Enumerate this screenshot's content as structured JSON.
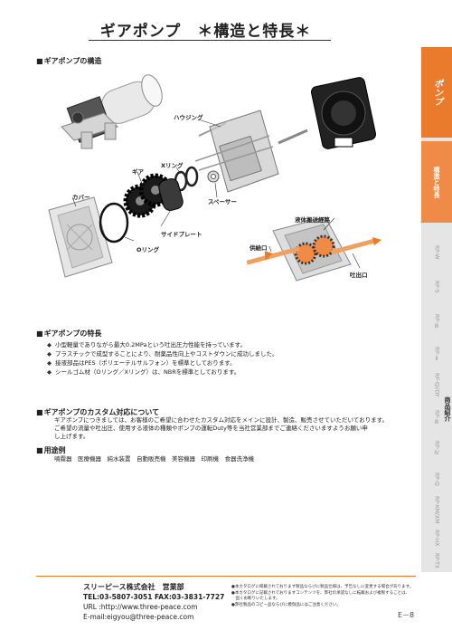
{
  "page": {
    "title": "ギアポンプ　＊構造と特長＊",
    "page_number": "E－8"
  },
  "structure": {
    "heading": "ギアポンプの構造",
    "labels": {
      "housing": "ハウジング",
      "x_ring": "Xリング",
      "gear": "ギア",
      "spacer": "スペーサー",
      "cover": "カバー",
      "side_plate": "サイドプレート",
      "o_ring": "Oリング",
      "flow_path": "液体搬送経路",
      "inlet": "供給口",
      "outlet": "吐出口"
    }
  },
  "features": {
    "heading": "ギアポンプの特長",
    "items": [
      "小型軽量でありながら最大0.2MPaという吐出圧力性能を持っています。",
      "プラスチックで成型することにより、耐薬品性向上やコストダウンに成功しました。",
      "接液部品はPES（ポリエーテルサルフォン）を標準としております。",
      "シールゴム材（Oリング／Xリング）は、NBRを標準としております。"
    ]
  },
  "custom": {
    "heading": "ギアポンプのカスタム対応について",
    "body": [
      "ギアポンプにつきましては、お客様のご希望に合わせたカスタム対応をメインに設計、製造、販売させていただいております。",
      "ご希望の流量や吐出圧、使用する液体の種類やポンプの運転Duty等を当社営業部までご連絡くださいますようお願い申",
      "し上げます。"
    ]
  },
  "usage": {
    "heading": "用途例",
    "body": "噴霧器　医療機器　純水装置　自動販売機　美容機器　印刷機　食器洗浄機"
  },
  "sidebar": {
    "active_tab": "ポンプ",
    "sub_tab": "構造と特長",
    "section_label": "商品紹介",
    "tabs": [
      "RP-W",
      "RP-S",
      "RP-Ⅲ",
      "RP-Ⅱ",
      "RP-Qi/OY",
      "RP-Ⅲ",
      "RP-Ⅳ",
      "RP-Q",
      "RP-KM/XM",
      "RP-HX",
      "RP-TX"
    ]
  },
  "footer": {
    "company": "スリーピース株式会社　営業部",
    "tel_fax": "TEL:03-5807-3051  FAX:03-3831-7727",
    "url": "URL :http://www.three-peace.com",
    "email": "E-mail:eigyou@three-peace.com",
    "notes": [
      "●本カタログに掲載されております製品ならびに製品仕様は、予告なしに変更する場合があります。",
      "●本カタログに記載されておりますコンテンツを、弊社の承諾なしに転載および複製することは、",
      "　固くお断りいたします。",
      "●弊社製品のコピー品ならびに模倣品にはご注意ください。"
    ]
  },
  "colors": {
    "accent": "#ea7a2c",
    "accent_light": "#f08b47",
    "sidebar_bg": "#e5e5e5"
  }
}
